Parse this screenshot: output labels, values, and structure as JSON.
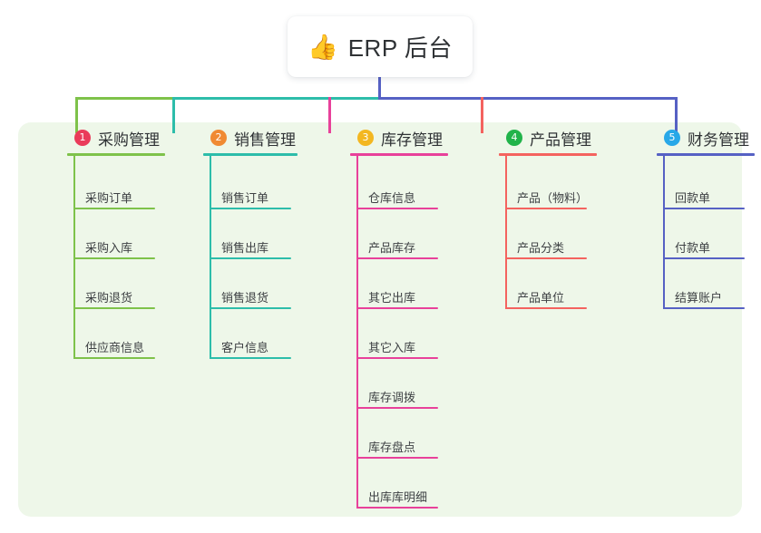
{
  "diagram": {
    "root": {
      "icon": "thumbs-up-icon",
      "icon_glyph": "👍",
      "label": "ERP 后台"
    },
    "panel_color": "#eef7e9",
    "trunk_color": "#5661c4",
    "columns": [
      {
        "number": "1",
        "title": "采购管理",
        "badge_color": "#ea3b5a",
        "line_color": "#7ec24a",
        "items": [
          "采购订单",
          "采购入库",
          "采购退货",
          "供应商信息"
        ]
      },
      {
        "number": "2",
        "title": "销售管理",
        "badge_color": "#f08a33",
        "line_color": "#2dbdaa",
        "items": [
          "销售订单",
          "销售出库",
          "销售退货",
          "客户信息"
        ]
      },
      {
        "number": "3",
        "title": "库存管理",
        "badge_color": "#f3b721",
        "line_color": "#e8419a",
        "items": [
          "仓库信息",
          "产品库存",
          "其它出库",
          "其它入库",
          "库存调拨",
          "库存盘点",
          "出库库明细"
        ]
      },
      {
        "number": "4",
        "title": "产品管理",
        "badge_color": "#21b34a",
        "line_color": "#f4635f",
        "items": [
          "产品（物料）",
          "产品分类",
          "产品单位"
        ]
      },
      {
        "number": "5",
        "title": "财务管理",
        "badge_color": "#28a8e8",
        "line_color": "#5661c4",
        "items": [
          "回款单",
          "付款单",
          "结算账户"
        ]
      }
    ]
  }
}
